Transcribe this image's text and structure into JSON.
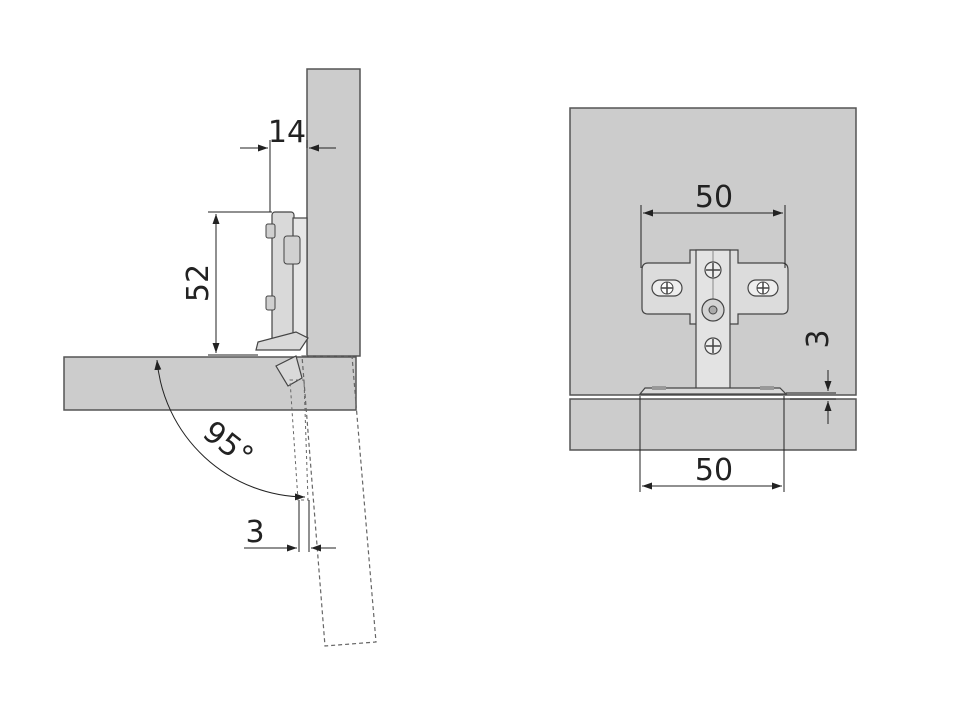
{
  "colors": {
    "panel": "#cccccc",
    "panel_outline": "#555555",
    "dimension_line": "#222222",
    "hinge_metal": "#d9d9d9",
    "hinge_outline": "#444444",
    "background": "#ffffff"
  },
  "side_view": {
    "dim_overlay": "14",
    "dim_height": "52",
    "dim_angle": "95°",
    "dim_gap": "3"
  },
  "front_view": {
    "dim_top_width": "50",
    "dim_gap": "3",
    "dim_bottom_width": "50"
  }
}
